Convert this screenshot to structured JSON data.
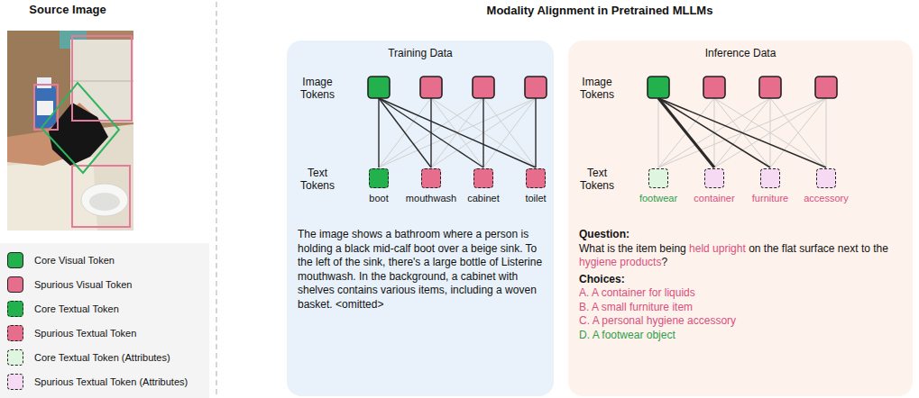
{
  "diagram": {
    "title": "Modality Alignment in Pretrained MLLMs",
    "nodes": [
      {
        "text": [
          "Training Data",
          "The image shows a bathroom where a person is holding a black mid-calf boot over a beige sink. To the left of the sink, there's a large bottle of Listerine mouthwash. In the background, a cabinet with shelves contains various items, including a woven basket. <omitted>"
        ]
      },
      {
        "text": [
          "boot"
        ],
        "in": 0
      },
      {
        "text": [
          "mouthwash"
        ],
        "in": 0
      },
      {
        "text": [
          "cabinet"
        ],
        "in": 0
      },
      {
        "text": [
          "toilet"
        ],
        "in": 0
      },
      {
        "text": [
          "Inference Data",
          "Question:",
          "What is the item being",
          "held upright",
          "on the flat surface next to the",
          "hygiene products",
          "?",
          "Choices:",
          "A. A container for liquids",
          "B. A small furniture item",
          "C. A personal hygiene accessory",
          "D. A footwear object"
        ]
      },
      {
        "text": [
          "footwear"
        ],
        "in": 5
      },
      {
        "text": [
          "container"
        ],
        "in": 5
      },
      {
        "text": [
          "furniture"
        ],
        "in": 5
      },
      {
        "text": [
          "accessory"
        ],
        "in": 5
      }
    ],
    "labels": [
      "Source Image",
      "Image Tokens",
      "Text Tokens",
      "Image Tokens",
      "Text Tokens"
    ],
    "legend": [
      {
        "text": "Core Visual Token",
        "color": "#23b14d"
      },
      {
        "text": "Spurious Visual Token",
        "color": "#e66d8c"
      },
      {
        "text": "Core Textual Token",
        "color": "#23b14d"
      },
      {
        "text": "Spurious Textual Token",
        "color": "#e66d8c"
      },
      {
        "text": "Core Textual Token (Attributes)",
        "color": "#dff5df"
      },
      {
        "text": "Spurious Textual Token (Attributes)",
        "color": "#f6d9f2"
      }
    ]
  }
}
